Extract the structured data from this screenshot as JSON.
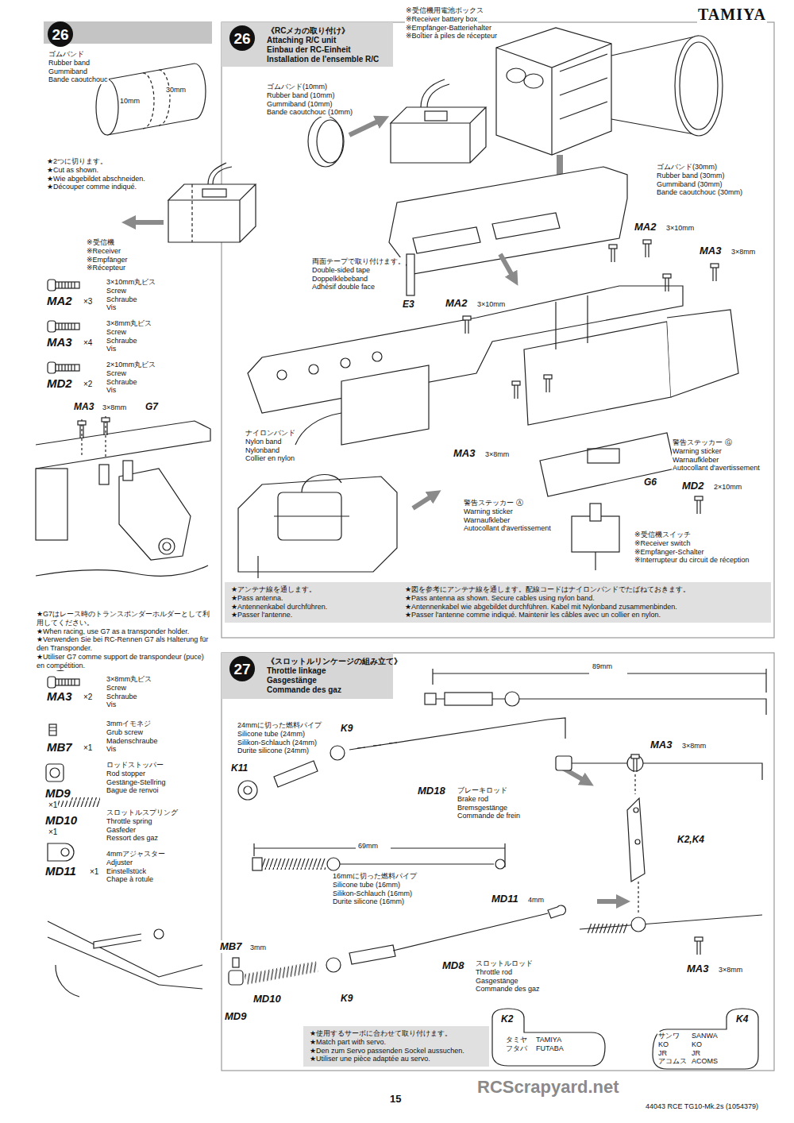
{
  "diagram": {
    "nodes": [
      {
        "text": [
          "26"
        ]
      },
      {
        "text": [
          "26"
        ]
      },
      {
        "text": [
          "27"
        ]
      },
      {
        "text": [
          "27"
        ]
      },
      {
        "text": [
          "★アンテナ線を通します。",
          "★Pass antenna.",
          "★Antennenkabel durchführen.",
          "★Passer l'antenne.",
          "★図を参考にアンテナ線を通します。配線コードはナイロンバンドでたばねておきます。",
          "★Pass antenna as shown. Secure cables using nylon band.",
          "★Antennenkabel wie abgebildet durchführen. Kabel mit Nylonband zusammenbinden.",
          "★Passer l'antenne comme indiqué. Maintenir les câbles avec un collier en nylon."
        ]
      },
      {
        "text": [
          "★使用するサーボに合わせて取り付けます。",
          "★Match part with servo.",
          "★Den zum Servo passenden Sockel aussuchen.",
          "★Utiliser une pièce adaptée au servo."
        ]
      }
    ],
    "labels": [
      "TAMIYA",
      "ゴムバンド",
      "Rubber band",
      "Gummiband",
      "Bande caoutchouc",
      "10mm",
      "30mm",
      "★2つに切ります。",
      "★Cut as shown.",
      "★Wie abgebildet abschneiden.",
      "★Découper comme indiqué.",
      "※受信機",
      "※Receiver",
      "※Empfänger",
      "※Récepteur",
      "3×10mm丸ビス",
      "Screw",
      "Schraube",
      "Vis",
      "MA2",
      "×3",
      "3×8mm丸ビス",
      "Screw",
      "Schraube",
      "Vis",
      "MA3",
      "×4",
      "2×10mm丸ビス",
      "Screw",
      "Schraube",
      "Vis",
      "MD2",
      "×2",
      "MA3",
      "3×8mm",
      "G7",
      "★G7はレース時のトランスポンダーホルダーとして利用してください。",
      "★When racing, use G7 as a transponder holder.",
      "★Verwenden Sie bei RC-Rennen G7 als Halterung für den Transponder.",
      "★Utiliser G7 comme support de transpondeur (puce) en compétition.",
      "3×8mm丸ビス",
      "Screw",
      "Schraube",
      "Vis",
      "MA3",
      "×2",
      "3mmイモネジ",
      "Grub screw",
      "Madenschraube",
      "Vis",
      "MB7",
      "×1",
      "ロッドストッパー",
      "Rod stopper",
      "Gestänge-Stellring",
      "Bague de renvoi",
      "MD9",
      "×1",
      "スロットルスプリング",
      "Throttle spring",
      "Gasfeder",
      "Ressort des gaz",
      "MD10",
      "×1",
      "4mmアジャスター",
      "Adjuster",
      "Einstellstück",
      "Chape à rotule",
      "MD11",
      "×1",
      "《RCメカの取り付け》",
      "Attaching R/C unit",
      "Einbau der RC-Einheit",
      "Installation de l'ensemble R/C",
      "※受信機用電池ボックス",
      "※Receiver battery box",
      "※Empfänger-Batteriehalter",
      "※Boîtier à piles de récepteur",
      "ゴムバンド(10mm)",
      "Rubber band (10mm)",
      "Gummiband (10mm)",
      "Bande caoutchouc (10mm)",
      "ゴムバンド(30mm)",
      "Rubber band (30mm)",
      "Gummiband (30mm)",
      "Bande caoutchouc (30mm)",
      "両面テープで取り付けます。",
      "Double-sided tape",
      "Doppelklebeband",
      "Adhésif double face",
      "E3",
      "MA2",
      "3×10mm",
      "MA2",
      "3×10mm",
      "MA3",
      "3×8mm",
      "ナイロンバンド",
      "Nylon band",
      "Nylonband",
      "Collier en nylon",
      "警告ステッカー Ⓖ",
      "Warning sticker",
      "Warnaufkleber",
      "Autocollant d'avertissement",
      "G6",
      "MD2",
      "2×10mm",
      "MA3",
      "3×8mm",
      "警告ステッカー Ⓐ",
      "Warning sticker",
      "Warnaufkleber",
      "Autocollant d'avertissement",
      "※受信機スイッチ",
      "※Receiver switch",
      "※Empfänger-Schalter",
      "※Interrupteur du circuit de réception",
      "《スロットルリンケージの組み立て》",
      "Throttle linkage",
      "Gasgestänge",
      "Commande des gaz",
      "89mm",
      "24mmに切った燃料パイプ",
      "Silicone tube (24mm)",
      "Silikon-Schlauch (24mm)",
      "Durite silicone (24mm)",
      "K9",
      "K11",
      "MD18",
      "ブレーキロッド",
      "Brake rod",
      "Bremsgestänge",
      "Commande de frein",
      "69mm",
      "MA3",
      "3×8mm",
      "K2,K4",
      "16mmに切った燃料パイプ",
      "Silicone tube (16mm)",
      "Silikon-Schlauch (16mm)",
      "Durite silicone (16mm)",
      "MD11",
      "4mm",
      "MB7",
      "3mm",
      "MD8",
      "スロットルロッド",
      "Throttle rod",
      "Gasgestänge",
      "Commande des gaz",
      "MA3",
      "3×8mm",
      "MD10",
      "K9",
      "MD9",
      "K2",
      "タミヤ",
      "フタバ",
      "TAMIYA",
      "FUTABA",
      "K4",
      "サンワ",
      "KO",
      "JR",
      "アコムス",
      "SANWA",
      "KO",
      "JR",
      "ACOMS",
      "15",
      "44043 RCE TG10-Mk.2s (1054379)",
      "RCScrapyard.net"
    ]
  }
}
